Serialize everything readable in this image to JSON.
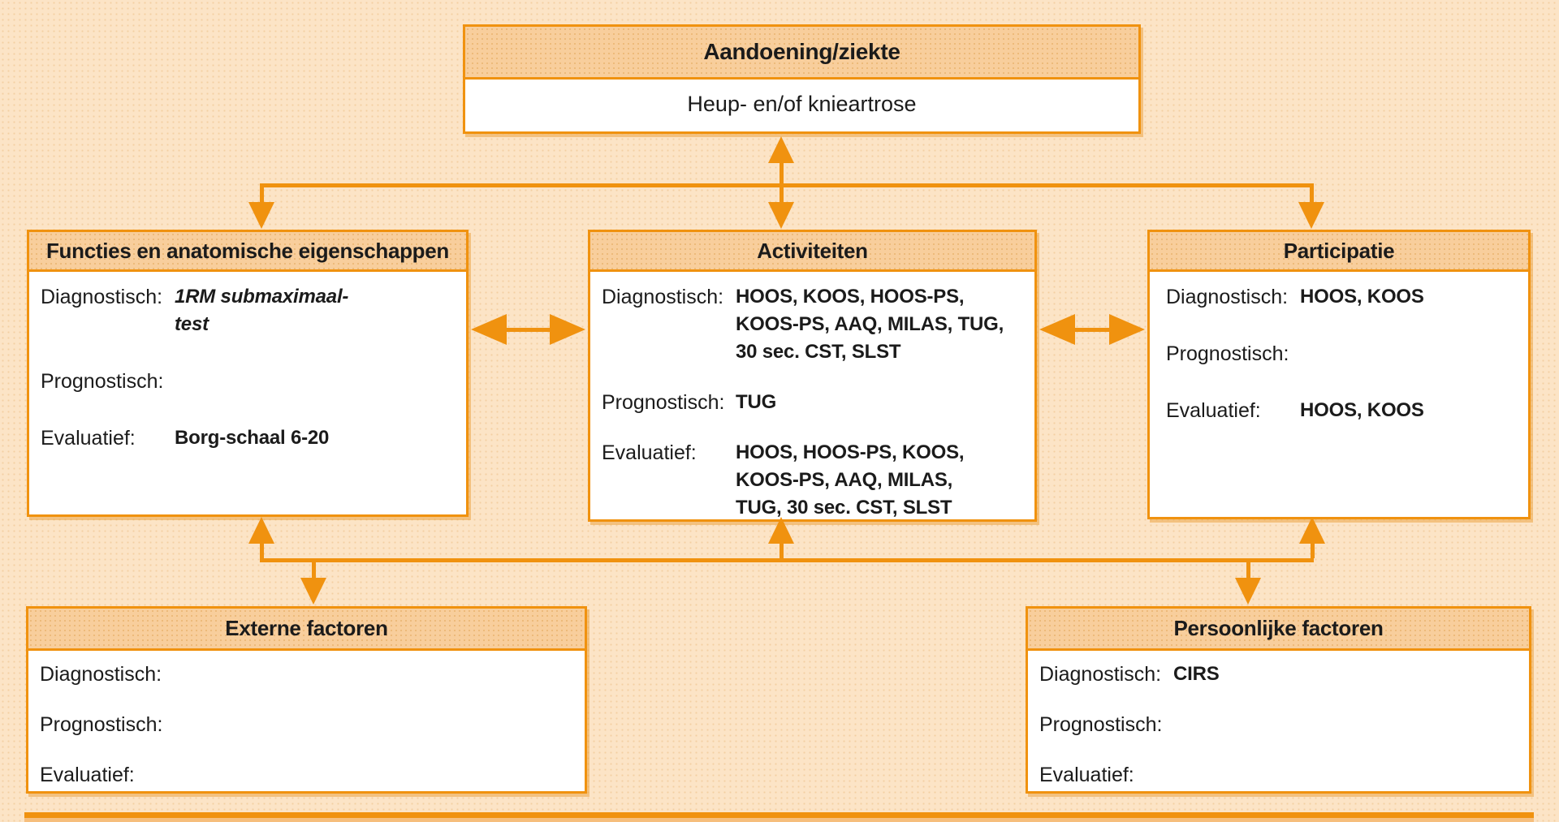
{
  "colors": {
    "background": "#FCE4C6",
    "box_border": "#F0920F",
    "header_fill": "#F8CE9C",
    "body_fill": "#FFFFFF",
    "arrow": "#F0920F",
    "text": "#1B1B1B"
  },
  "top_box": {
    "title": "Aandoening/ziekte",
    "body": "Heup- en/of knieartrose"
  },
  "functies_box": {
    "title": "Functies en anatomische eigenschappen",
    "rows": [
      {
        "label": "Diagnostisch:",
        "value": "1RM submaximaal-\ntest"
      },
      {
        "label": "Prognostisch:",
        "value": ""
      },
      {
        "label": "Evaluatief:",
        "value": "Borg-schaal 6-20"
      }
    ]
  },
  "activiteiten_box": {
    "title": "Activiteiten",
    "rows": [
      {
        "label": "Diagnostisch:",
        "value": "HOOS, KOOS, HOOS-PS,\nKOOS-PS, AAQ, MILAS, TUG,\n30 sec. CST, SLST"
      },
      {
        "label": "Prognostisch:",
        "value": "TUG"
      },
      {
        "label": "Evaluatief:",
        "value": "HOOS, HOOS-PS, KOOS,\nKOOS-PS, AAQ, MILAS,\nTUG, 30 sec. CST, SLST"
      }
    ]
  },
  "participatie_box": {
    "title": "Participatie",
    "rows": [
      {
        "label": "Diagnostisch:",
        "value": "HOOS, KOOS"
      },
      {
        "label": "Prognostisch:",
        "value": ""
      },
      {
        "label": "Evaluatief:",
        "value": "HOOS, KOOS"
      }
    ]
  },
  "externe_box": {
    "title": "Externe factoren",
    "rows": [
      {
        "label": "Diagnostisch:",
        "value": ""
      },
      {
        "label": "Prognostisch:",
        "value": ""
      },
      {
        "label": "Evaluatief:",
        "value": ""
      }
    ]
  },
  "persoonlijke_box": {
    "title": "Persoonlijke factoren",
    "rows": [
      {
        "label": "Diagnostisch:",
        "value": "CIRS"
      },
      {
        "label": "Prognostisch:",
        "value": ""
      },
      {
        "label": "Evaluatief:",
        "value": ""
      }
    ]
  }
}
